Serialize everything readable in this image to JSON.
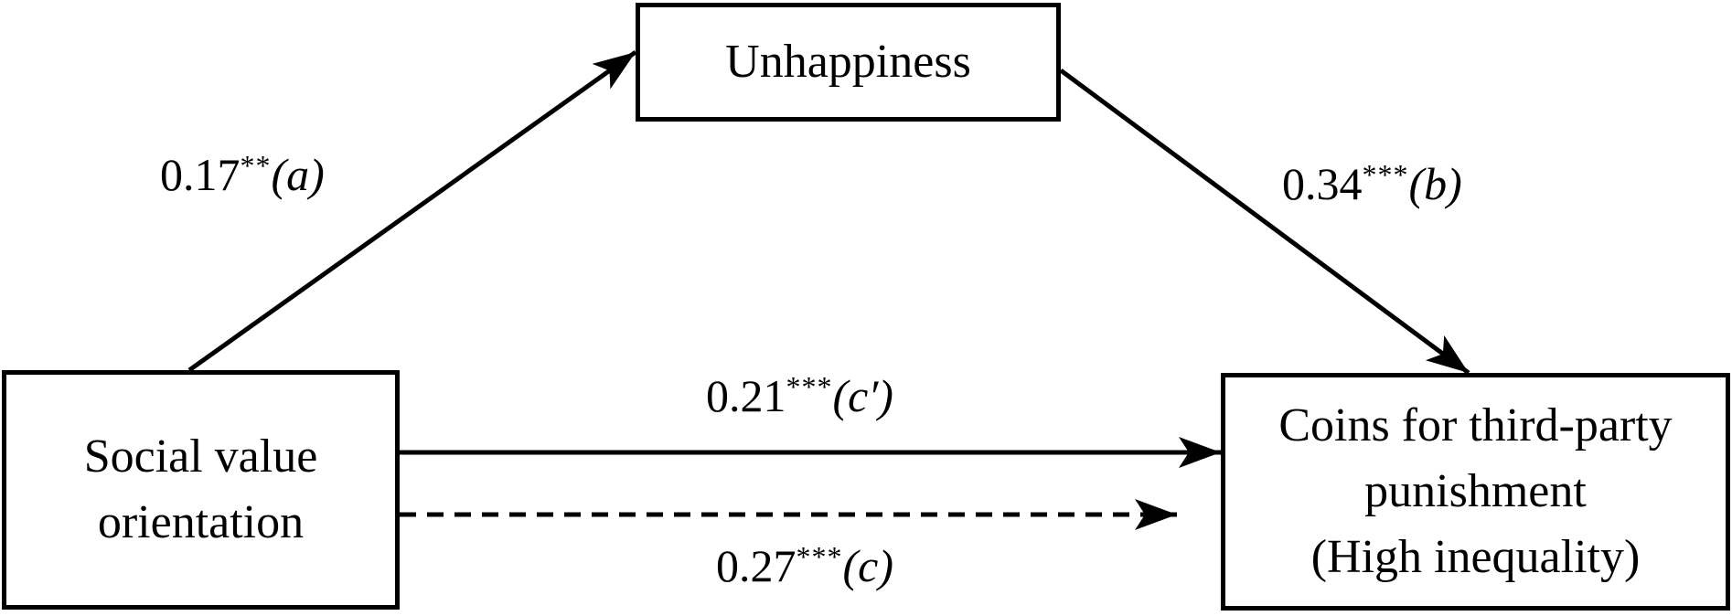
{
  "diagram": {
    "nodes": {
      "mediator": {
        "label": "Unhappiness"
      },
      "predictor": {
        "label_lines": [
          "Social value",
          "orientation"
        ]
      },
      "outcome": {
        "label_lines": [
          "Coins for third-party",
          "punishment",
          "(High inequality)"
        ]
      }
    },
    "paths": {
      "a": {
        "from": "predictor",
        "to": "mediator",
        "style": "solid",
        "coefficient": "0.17",
        "stars": "**",
        "letter": "(a)"
      },
      "b": {
        "from": "mediator",
        "to": "outcome",
        "style": "solid",
        "coefficient": "0.34",
        "stars": "***",
        "letter": "(b)"
      },
      "c_prime": {
        "from": "predictor",
        "to": "outcome",
        "style": "solid",
        "coefficient": "0.21",
        "stars": "***",
        "letter": "(c′)"
      },
      "c": {
        "from": "predictor",
        "to": "outcome",
        "style": "dashed",
        "coefficient": "0.27",
        "stars": "***",
        "letter": "(c)"
      }
    },
    "colors": {
      "line": "#000000",
      "background": "#ffffff",
      "box_border": "#000000"
    }
  }
}
